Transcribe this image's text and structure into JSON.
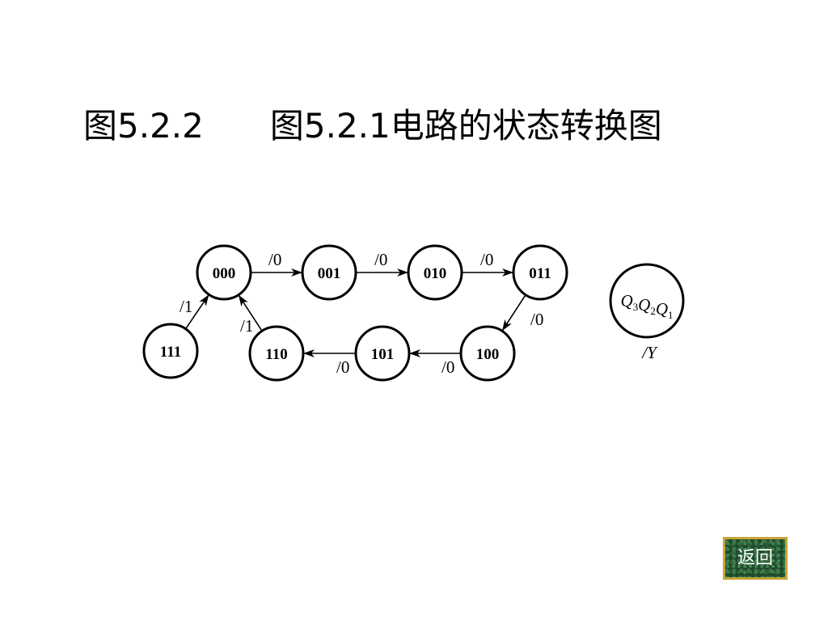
{
  "title": {
    "figure_number": "图5.2.2",
    "caption": "图5.2.1电路的状态转换图"
  },
  "diagram": {
    "nodes": [
      {
        "id": "000",
        "label": "000"
      },
      {
        "id": "001",
        "label": "001"
      },
      {
        "id": "010",
        "label": "010"
      },
      {
        "id": "011",
        "label": "011"
      },
      {
        "id": "100",
        "label": "100"
      },
      {
        "id": "101",
        "label": "101"
      },
      {
        "id": "110",
        "label": "110"
      },
      {
        "id": "111",
        "label": "111"
      }
    ],
    "edges": [
      {
        "from": "000",
        "to": "001",
        "label": "/0"
      },
      {
        "from": "001",
        "to": "010",
        "label": "/0"
      },
      {
        "from": "010",
        "to": "011",
        "label": "/0"
      },
      {
        "from": "011",
        "to": "100",
        "label": "/0"
      },
      {
        "from": "100",
        "to": "101",
        "label": "/0"
      },
      {
        "from": "101",
        "to": "110",
        "label": "/0"
      },
      {
        "from": "110",
        "to": "000",
        "label": "/1"
      },
      {
        "from": "111",
        "to": "000",
        "label": "/1"
      }
    ],
    "legend": {
      "state_var": "Q",
      "subscripts": [
        "3",
        "2",
        "1"
      ],
      "output_label": "/Y"
    }
  },
  "navigation": {
    "back_label": "返回"
  }
}
